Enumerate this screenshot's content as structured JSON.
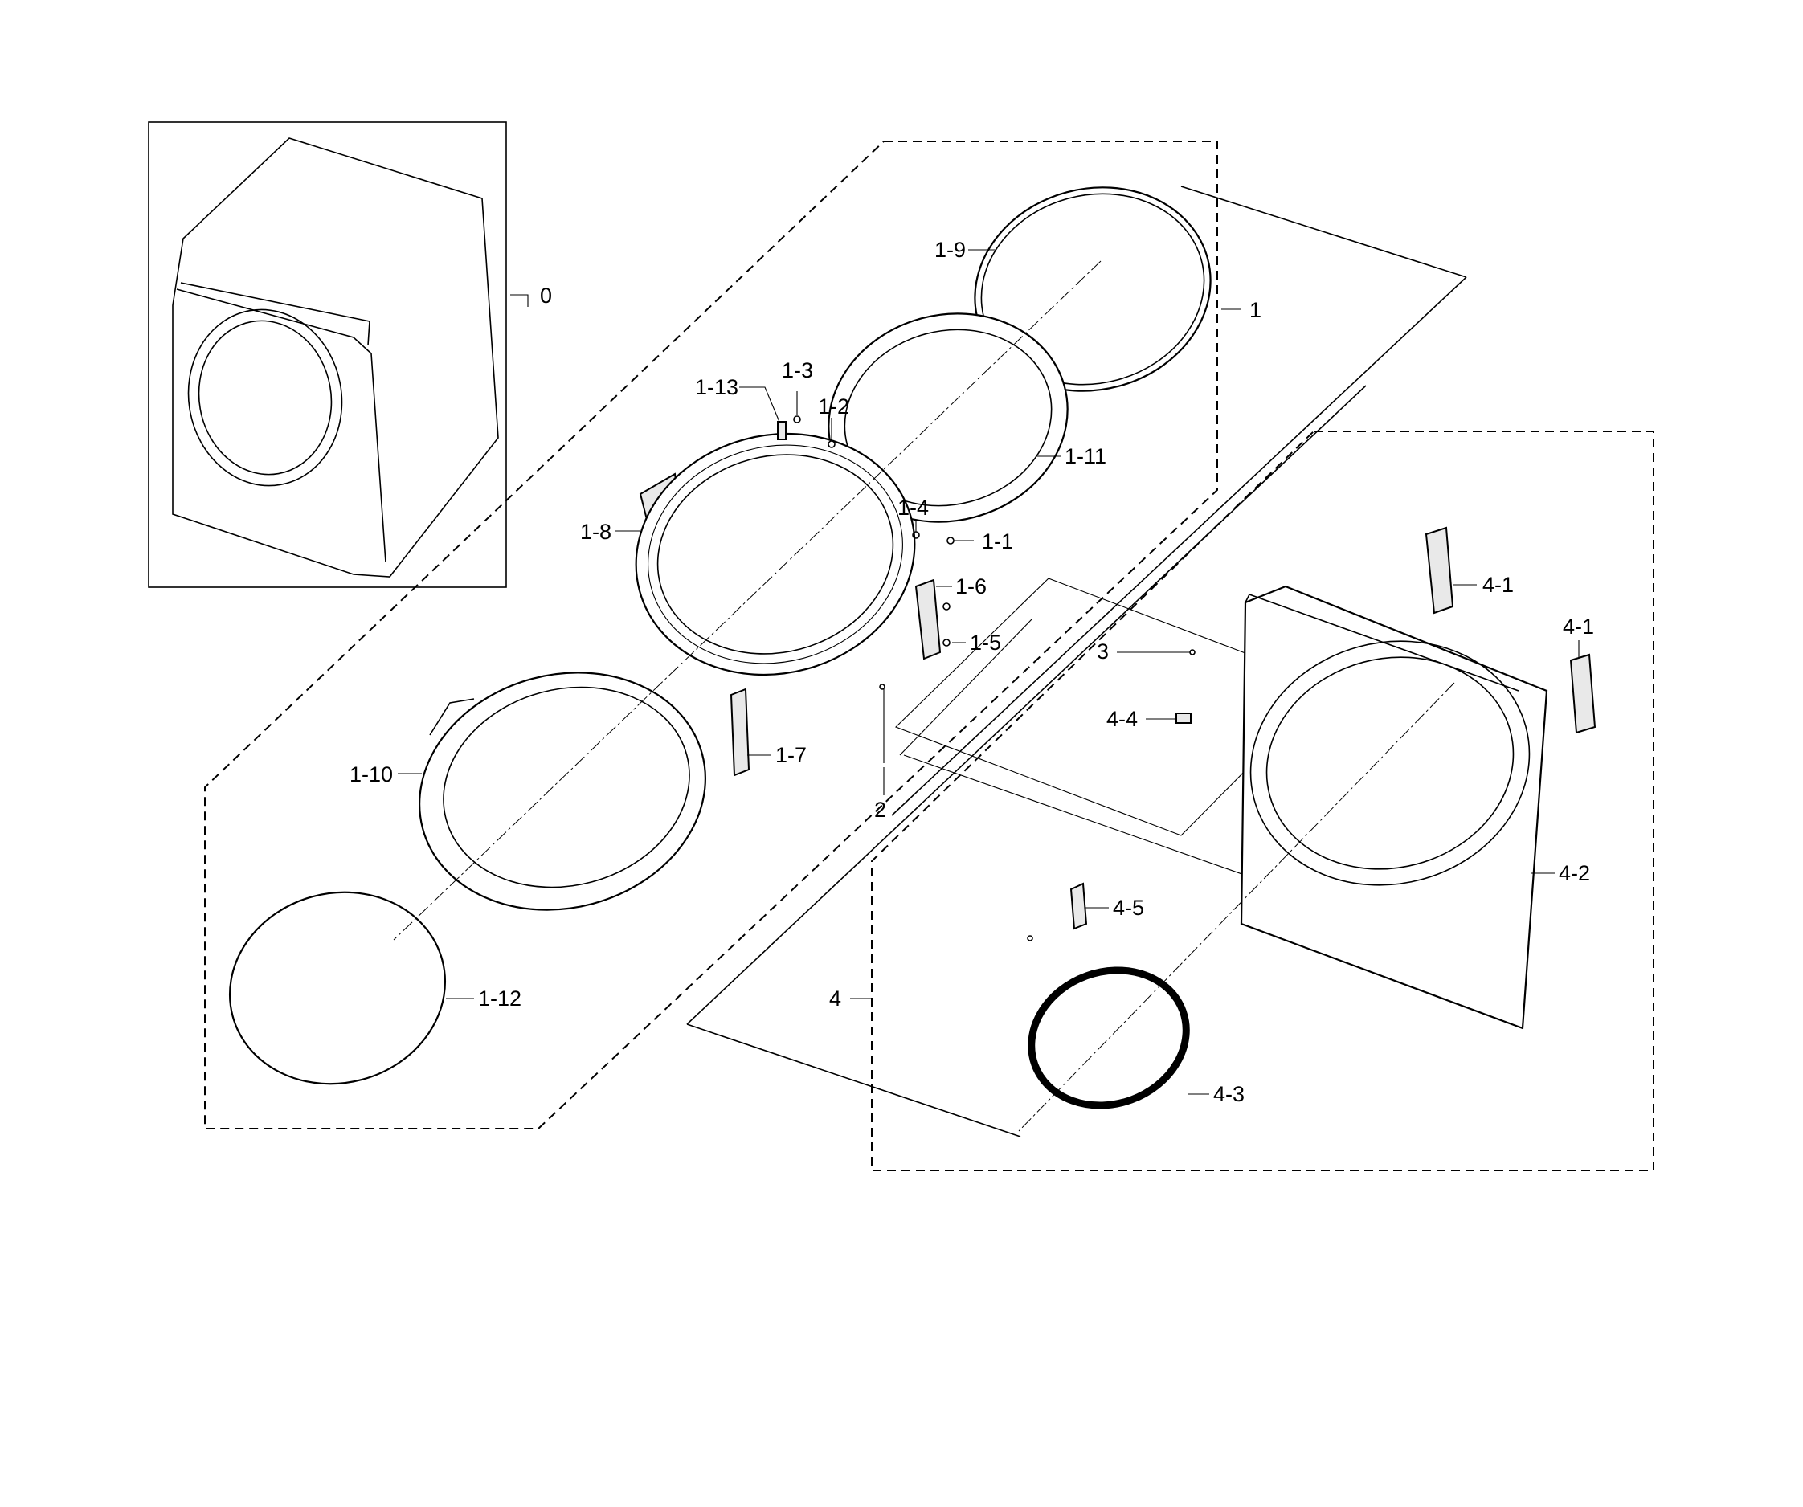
{
  "labels": {
    "l0": "0",
    "l1": "1",
    "l1_1": "1-1",
    "l1_2": "1-2",
    "l1_3": "1-3",
    "l1_4": "1-4",
    "l1_5": "1-5",
    "l1_6": "1-6",
    "l1_7": "1-7",
    "l1_8": "1-8",
    "l1_9": "1-9",
    "l1_10": "1-10",
    "l1_11": "1-11",
    "l1_12": "1-12",
    "l1_13": "1-13",
    "l2": "2",
    "l3": "3",
    "l4": "4",
    "l4_1a": "4-1",
    "l4_1b": "4-1",
    "l4_2": "4-2",
    "l4_3": "4-3",
    "l4_4": "4-4",
    "l4_5": "4-5"
  }
}
